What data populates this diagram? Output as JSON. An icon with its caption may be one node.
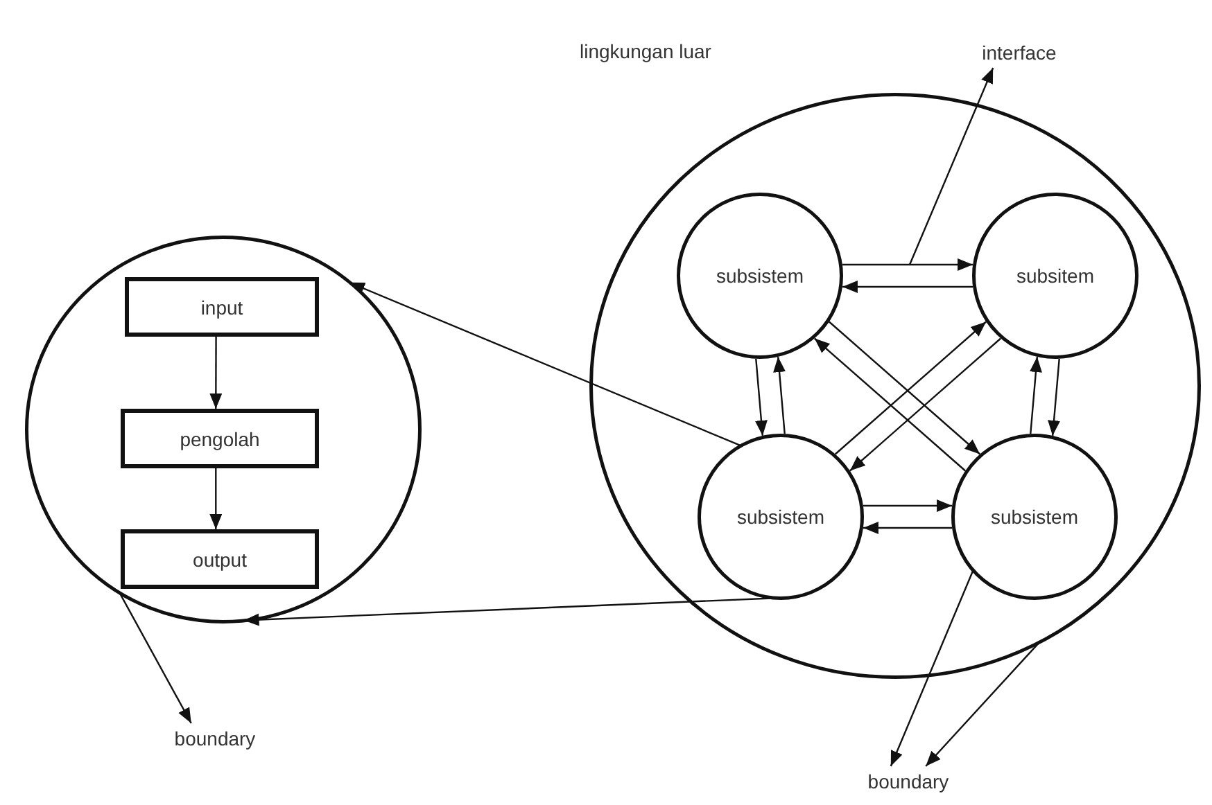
{
  "diagram": {
    "nodes": [
      {
        "text": [],
        "shape": "circle"
      },
      {
        "text": [
          "input"
        ],
        "in": 0
      },
      {
        "text": [
          "pengolah"
        ],
        "in": 0
      },
      {
        "text": [
          "output"
        ],
        "in": 0
      },
      {
        "text": [],
        "shape": "circle"
      },
      {
        "text": [
          "subsistem"
        ],
        "in": 4
      },
      {
        "text": [
          "subsitem"
        ],
        "in": 4
      },
      {
        "text": [
          "subsistem"
        ],
        "in": 4
      },
      {
        "text": [
          "subsistem"
        ],
        "in": 4
      },
      {
        "text": [
          "boundary"
        ]
      },
      {
        "text": [
          "boundary"
        ]
      },
      {
        "text": [
          "interface"
        ]
      }
    ],
    "edges": [
      {
        "from": 1,
        "to": 2,
        "arrow": "to"
      },
      {
        "from": 2,
        "to": 3,
        "arrow": "to"
      },
      {
        "from": 7,
        "to": 0,
        "arrow": "to"
      },
      {
        "from": 7,
        "to": 0,
        "arrow": "to"
      },
      {
        "from": 0,
        "to": 9,
        "arrow": "to"
      },
      {
        "from": 8,
        "to": 10,
        "arrow": "to"
      },
      {
        "from": 4,
        "to": 10,
        "arrow": "to"
      },
      {
        "from": null,
        "to": 11,
        "arrow": "to"
      },
      {
        "from": 5,
        "to": 6,
        "arrow": "to"
      },
      {
        "from": 6,
        "to": 5,
        "arrow": "to"
      },
      {
        "from": 5,
        "to": 7,
        "arrow": "to"
      },
      {
        "from": 7,
        "to": 5,
        "arrow": "to"
      },
      {
        "from": 6,
        "to": 8,
        "arrow": "to"
      },
      {
        "from": 8,
        "to": 6,
        "arrow": "to"
      },
      {
        "from": 7,
        "to": 8,
        "arrow": "to"
      },
      {
        "from": 8,
        "to": 7,
        "arrow": "to"
      },
      {
        "from": 5,
        "to": 8,
        "arrow": "to"
      },
      {
        "from": 8,
        "to": 5,
        "arrow": "to"
      },
      {
        "from": 7,
        "to": 6,
        "arrow": "to"
      },
      {
        "from": 6,
        "to": 7,
        "arrow": "to"
      }
    ],
    "labels": [
      "lingkungan luar"
    ]
  }
}
